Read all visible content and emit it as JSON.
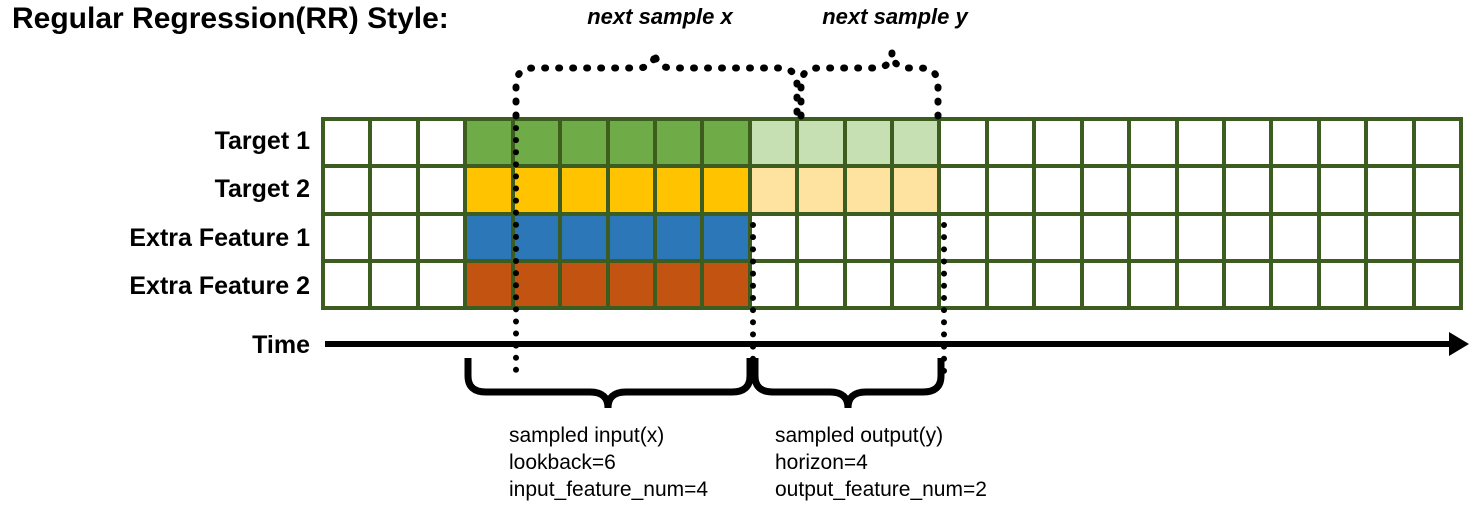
{
  "title": "Regular Regression(RR) Style:",
  "rows": [
    {
      "label": "Target 1",
      "name": "target-1"
    },
    {
      "label": "Target 2",
      "name": "target-2"
    },
    {
      "label": "Extra Feature 1",
      "name": "extra-feature-1"
    },
    {
      "label": "Extra Feature 2",
      "name": "extra-feature-2"
    }
  ],
  "time_axis": {
    "label": "Time"
  },
  "grid": {
    "columns": 24,
    "lead_blank_columns": 3,
    "input_columns": 6,
    "output_columns": 4,
    "trailing_blank_columns": 11,
    "cell_classes": [
      [
        "",
        "",
        "",
        "green",
        "green",
        "green",
        "green",
        "green",
        "green",
        "green-lite",
        "green-lite",
        "green-lite",
        "green-lite",
        "",
        "",
        "",
        "",
        "",
        "",
        "",
        "",
        "",
        "",
        ""
      ],
      [
        "",
        "",
        "",
        "yellow",
        "yellow",
        "yellow",
        "yellow",
        "yellow",
        "yellow",
        "yellow-lite",
        "yellow-lite",
        "yellow-lite",
        "yellow-lite",
        "",
        "",
        "",
        "",
        "",
        "",
        "",
        "",
        "",
        "",
        ""
      ],
      [
        "",
        "",
        "",
        "blue",
        "blue",
        "blue",
        "blue",
        "blue",
        "blue",
        "",
        "",
        "",
        "",
        "",
        "",
        "",
        "",
        "",
        "",
        "",
        "",
        "",
        "",
        ""
      ],
      [
        "",
        "",
        "",
        "orange",
        "orange",
        "orange",
        "orange",
        "orange",
        "orange",
        "",
        "",
        "",
        "",
        "",
        "",
        "",
        "",
        "",
        "",
        "",
        "",
        "",
        "",
        ""
      ]
    ]
  },
  "top_braces": [
    {
      "label": "next sample x",
      "name": "next-sample-x"
    },
    {
      "label": "next sample y",
      "name": "next-sample-y"
    }
  ],
  "bottom_braces": [
    {
      "name": "sampled-input",
      "lines": [
        "sampled input(x)",
        "lookback=6",
        "input_feature_num=4"
      ]
    },
    {
      "name": "sampled-output",
      "lines": [
        "sampled output(y)",
        "horizon=4",
        "output_feature_num=2"
      ]
    }
  ],
  "colors": {
    "grid_border": "#3d5c20",
    "target_1": "#6fab47",
    "target_1_faded": "#c6e0b4",
    "target_2": "#ffc300",
    "target_2_faded": "#fde2a0",
    "extra_feature_1": "#2b77b8",
    "extra_feature_2": "#c35310",
    "axis": "#000000"
  }
}
